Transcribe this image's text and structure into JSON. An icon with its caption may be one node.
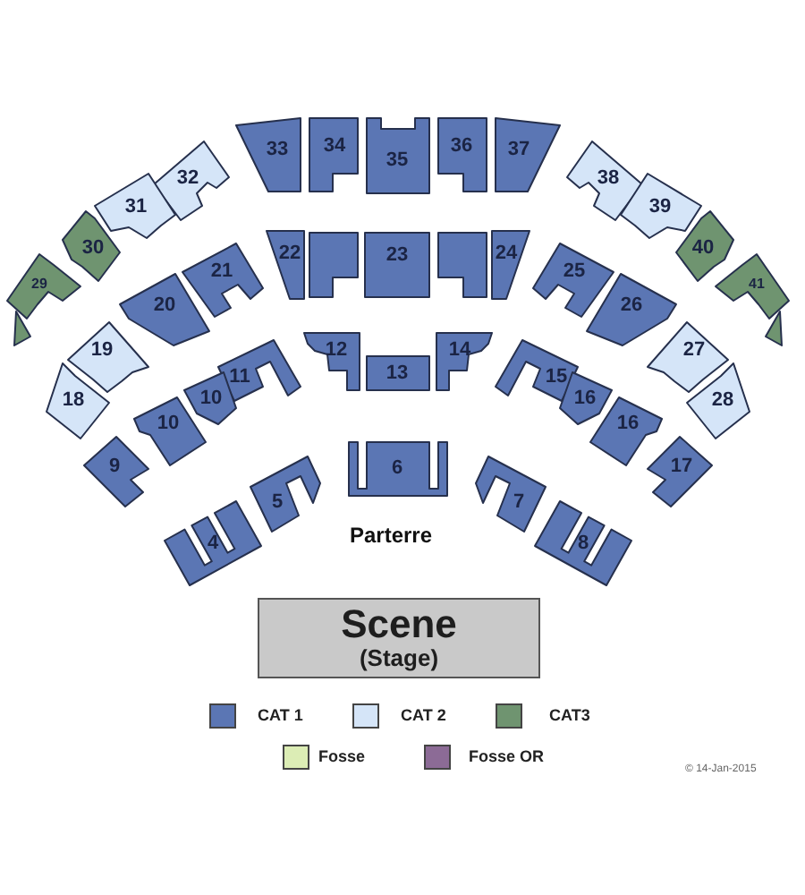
{
  "diagram": {
    "nodes": [
      {
        "text": [
          "33"
        ]
      },
      {
        "text": [
          "34"
        ]
      },
      {
        "text": [
          "35"
        ]
      },
      {
        "text": [
          "36"
        ]
      },
      {
        "text": [
          "37"
        ]
      },
      {
        "text": [
          "32"
        ]
      },
      {
        "text": [
          "38"
        ]
      },
      {
        "text": [
          "31"
        ]
      },
      {
        "text": [
          "39"
        ]
      },
      {
        "text": [
          "30"
        ]
      },
      {
        "text": [
          "40"
        ]
      },
      {
        "text": [
          "22"
        ]
      },
      {
        "text": [],
        "shape": "box"
      },
      {
        "text": [
          "23"
        ]
      },
      {
        "text": [],
        "shape": "box"
      },
      {
        "text": [
          "24"
        ]
      },
      {
        "text": [
          "21"
        ]
      },
      {
        "text": [
          "25"
        ]
      },
      {
        "text": [
          "20"
        ]
      },
      {
        "text": [
          "26"
        ]
      },
      {
        "text": [
          "29"
        ]
      },
      {
        "text": [
          "41"
        ]
      },
      {
        "text": [],
        "shape": "triangle"
      },
      {
        "text": [],
        "shape": "triangle"
      },
      {
        "text": [
          "19"
        ]
      },
      {
        "text": [
          "27"
        ]
      },
      {
        "text": [
          "12"
        ]
      },
      {
        "text": [
          "13"
        ]
      },
      {
        "text": [
          "14"
        ]
      },
      {
        "text": [
          "11"
        ]
      },
      {
        "text": [
          "15"
        ]
      },
      {
        "text": [
          "18"
        ]
      },
      {
        "text": [
          "28"
        ]
      },
      {
        "text": [
          "10"
        ]
      },
      {
        "text": [
          "16"
        ]
      },
      {
        "text": [
          "10"
        ]
      },
      {
        "text": [
          "16"
        ]
      },
      {
        "text": [
          "9"
        ]
      },
      {
        "text": [
          "17"
        ]
      },
      {
        "text": [
          "6"
        ]
      },
      {
        "text": [
          "5"
        ]
      },
      {
        "text": [
          "7"
        ]
      },
      {
        "text": [
          "4"
        ]
      },
      {
        "text": [
          "8"
        ]
      },
      {
        "text": [
          "Scene",
          "(Stage)"
        ]
      }
    ],
    "labels": [
      "Parterre",
      "© 14-Jan-2015"
    ],
    "legend": [
      {
        "text": "CAT 1",
        "color": "#5b76b4"
      },
      {
        "text": "CAT 2",
        "color": "#d5e5f8"
      },
      {
        "text": "CAT3",
        "color": "#6f9470"
      },
      {
        "text": "Fosse",
        "color": "#dcedb5"
      },
      {
        "text": "Fosse OR",
        "color": "#8c6b96"
      }
    ]
  }
}
